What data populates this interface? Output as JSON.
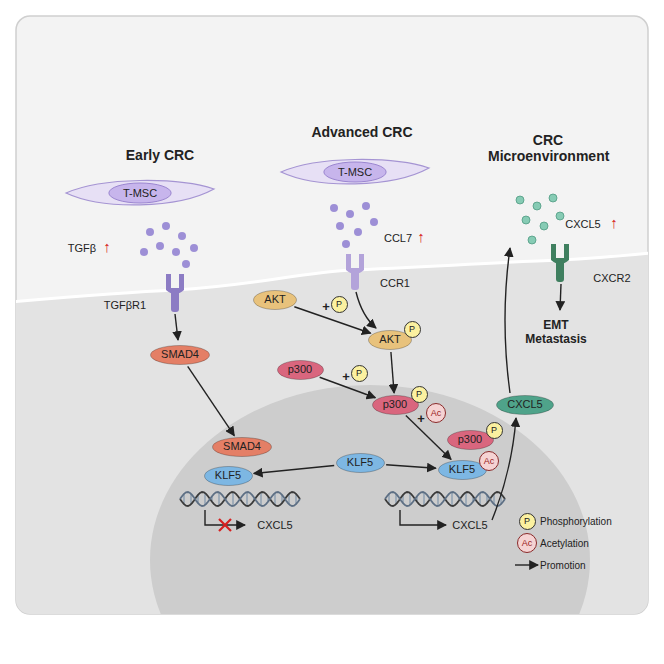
{
  "diagram": {
    "nodes": [
      {
        "text": [
          "T-MSC"
        ]
      },
      {
        "text": [
          "T-MSC"
        ]
      },
      {
        "text": [
          "SMAD4"
        ]
      },
      {
        "text": [
          "SMAD4"
        ]
      },
      {
        "text": [
          "KLF5"
        ]
      },
      {
        "text": [
          "AKT"
        ]
      },
      {
        "text": [
          "AKT"
        ]
      },
      {
        "text": [
          "p300"
        ]
      },
      {
        "text": [
          "p300"
        ]
      },
      {
        "text": [
          "KLF5"
        ]
      },
      {
        "text": [
          "p300"
        ]
      },
      {
        "text": [
          "KLF5"
        ]
      },
      {
        "text": [
          "CXCL5"
        ]
      }
    ],
    "edges": [
      {
        "from": 2,
        "to": 3,
        "arrow": "to"
      },
      {
        "from": 5,
        "to": 6,
        "label": "+",
        "arrow": "to"
      },
      {
        "from": 6,
        "to": 8,
        "arrow": "to"
      },
      {
        "from": 7,
        "to": 8,
        "label": "+",
        "arrow": "to"
      },
      {
        "from": 8,
        "to": 11,
        "label": "+",
        "arrow": "to"
      },
      {
        "from": 9,
        "to": 4,
        "arrow": "to"
      },
      {
        "from": 9,
        "to": 11,
        "arrow": "to"
      }
    ],
    "labels": [
      "Early CRC",
      "Advanced CRC",
      "CRC Microenvironment",
      "TGFβ",
      "↑",
      "TGFβR1",
      "CCL7",
      "↑",
      "CCR1",
      "CXCL5",
      "↑",
      "CXCR2",
      "EMT Metastasis",
      "CXCL5",
      "CXCL5",
      "P",
      "P",
      "P",
      "Ac",
      "P",
      "P",
      "Ac",
      "P",
      "Ac"
    ],
    "legend": [
      {
        "text": "Phosphorylation"
      },
      {
        "text": "Acetylation"
      },
      {
        "text": "Promotion"
      }
    ]
  }
}
